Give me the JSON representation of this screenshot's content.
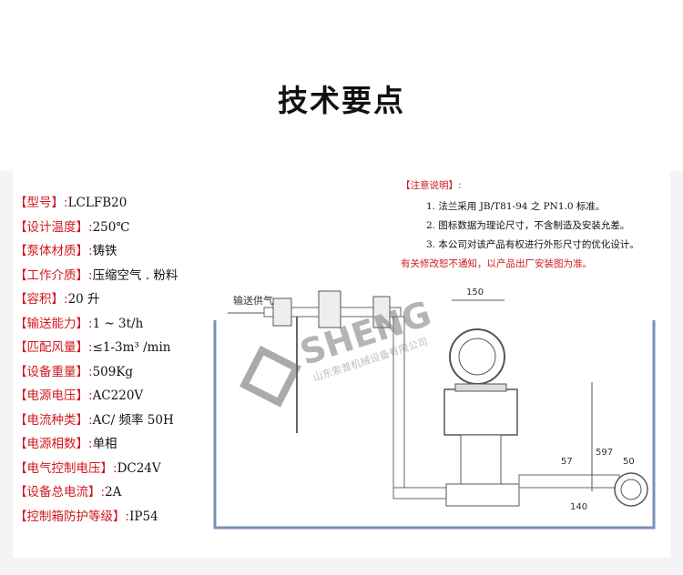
{
  "title": "技术要点",
  "specs": [
    {
      "label": "【型号】:",
      "value": "LCLFB20"
    },
    {
      "label": "【设计温度】:",
      "value": "250℃"
    },
    {
      "label": "【泵体材质】:",
      "value": "铸铁"
    },
    {
      "label": "【工作介质】:",
      "value": "压缩空气 . 粉料"
    },
    {
      "label": "【容积】:",
      "value": "20 升"
    },
    {
      "label": "【输送能力】:",
      "value": "1 ~ 3t/h"
    },
    {
      "label": "【匹配风量】:",
      "value": "≤1-3m³ /min"
    },
    {
      "label": "【设备重量】:",
      "value": "509Kg"
    },
    {
      "label": "【电源电压】:",
      "value": "AC220V"
    },
    {
      "label": "【电流种类】:",
      "value": "AC/ 频率 50H"
    },
    {
      "label": "【电源相数】:",
      "value": "单相"
    },
    {
      "label": "【电气控制电压】:",
      "value": "DC24V"
    },
    {
      "label": "【设备总电流】:",
      "value": "2A"
    },
    {
      "label": "【控制箱防护等级】:",
      "value": "IP54"
    }
  ],
  "notes": {
    "title": "【注意说明】:",
    "items": [
      "1. 法兰采用 JB/T81-94 之 PN1.0 标准。",
      "2. 图标数据为理论尺寸，不含制造及安装允差。",
      "3. 本公司对该产品有权进行外形尺寸的优化设计。"
    ],
    "footer": "有关修改恕不通知，以产品出厂安装图为准。"
  },
  "drawing": {
    "label_inlet": "输送供气",
    "dim_150": "150",
    "dim_597": "597",
    "dim_57": "57",
    "dim_50": "50",
    "dim_140": "140"
  },
  "watermark": {
    "brand": "SHENG",
    "sub": "山东索普机械设备有限公司"
  },
  "colors": {
    "label_red": "#d0181f",
    "band_gray": "#f4f4f6",
    "drawing_blue": "#7a8fb8"
  }
}
